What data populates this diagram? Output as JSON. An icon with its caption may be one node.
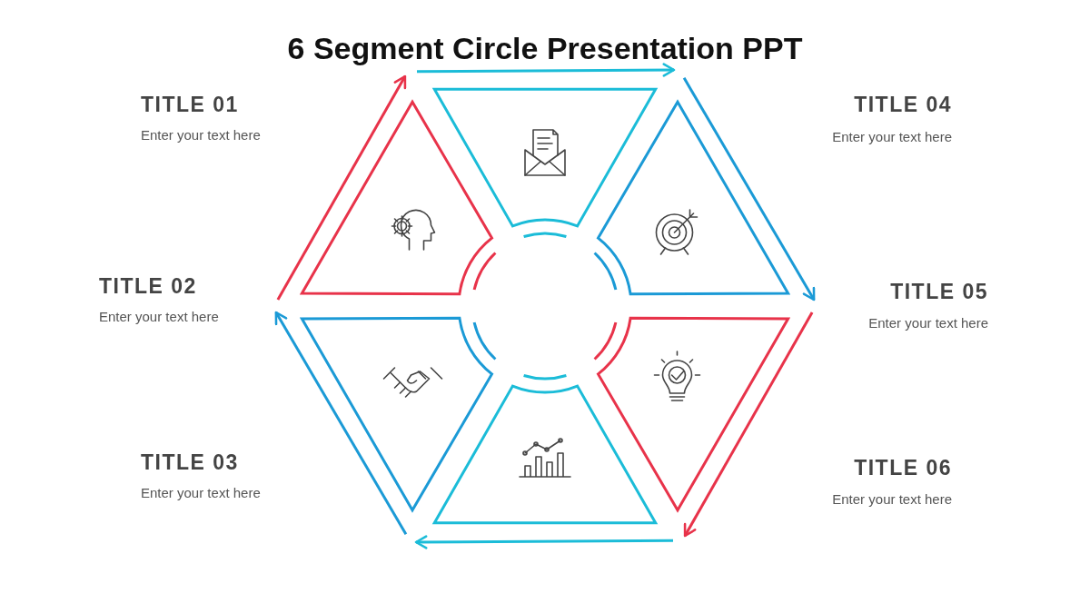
{
  "diagram": {
    "title": "6 Segment Circle Presentation PPT",
    "nodes": [
      {
        "text": [],
        "shape": "triangle"
      },
      {
        "text": [],
        "shape": "triangle"
      },
      {
        "text": [],
        "shape": "triangle"
      },
      {
        "text": [],
        "shape": "triangle"
      },
      {
        "text": [],
        "shape": "triangle"
      },
      {
        "text": [],
        "shape": "triangle"
      }
    ],
    "labels": [
      "TITLE 01",
      "Enter your text here",
      "TITLE 04",
      "Enter your text here",
      "TITLE 02",
      "Enter your text here",
      "TITLE 05",
      "Enter your text here",
      "TITLE 03",
      "Enter your text here",
      "TITLE 06",
      "Enter your text here"
    ]
  }
}
